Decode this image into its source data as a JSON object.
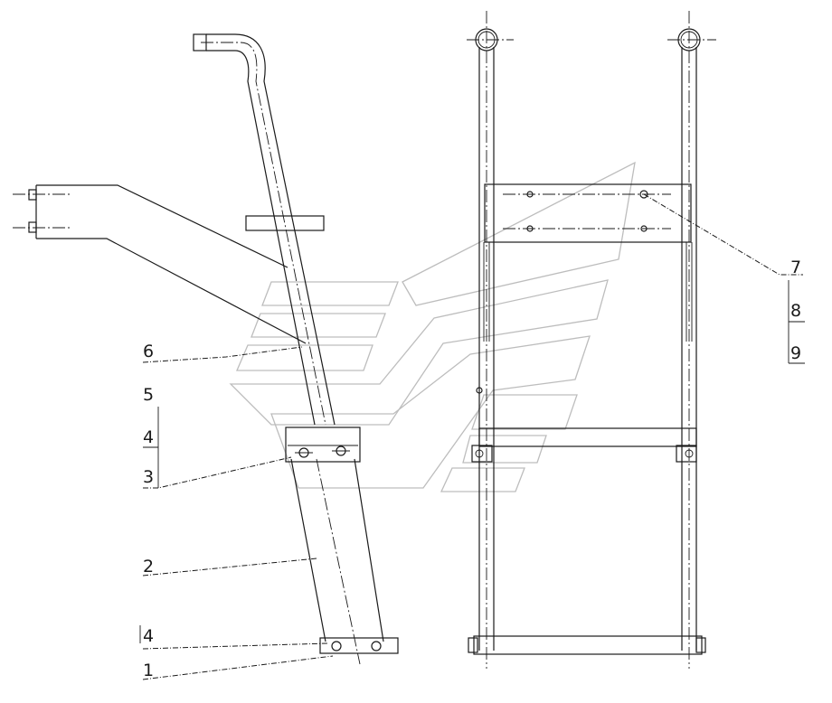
{
  "callouts": {
    "c1": "1",
    "c2": "2",
    "c3": "3",
    "c4a": "4",
    "c4b": "4",
    "c5": "5",
    "c6": "6",
    "c7": "7",
    "c8": "8",
    "c9": "9"
  },
  "colors": {
    "line": "#1a1a1a",
    "watermark": "#bdbdbd"
  }
}
